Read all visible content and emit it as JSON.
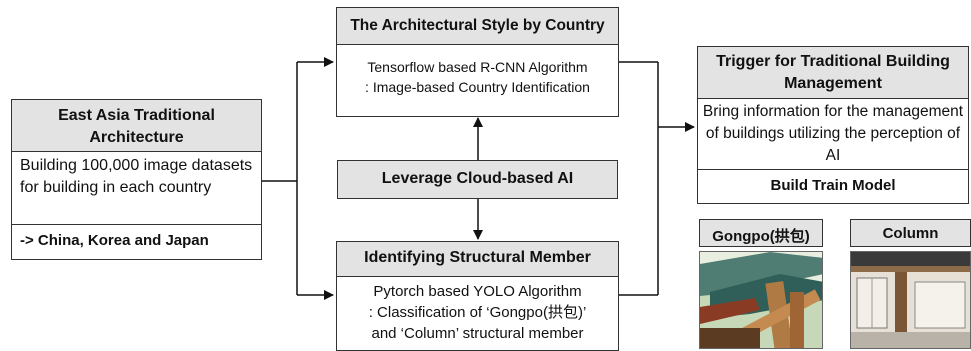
{
  "left_box": {
    "title": "East Asia Traditional Architecture",
    "body": "Building 100,000 image datasets for building in each country",
    "footer": "-> China, Korea and Japan"
  },
  "top_center_box": {
    "title": "The Architectural Style by Country",
    "line1": "Tensorflow based R-CNN Algorithm",
    "line2": ": Image-based Country Identification"
  },
  "middle_box": {
    "title": "Leverage Cloud-based AI"
  },
  "bottom_center_box": {
    "title": "Identifying Structural Member",
    "line1": "Pytorch based YOLO Algorithm",
    "line2": ": Classification of ‘Gongpo(拱包)’",
    "line3": "and ‘Column’ structural member"
  },
  "right_box": {
    "title": "Trigger for Traditional Building Management",
    "body": "Bring information for the management of buildings utilizing the perception of AI",
    "footer": "Build Train Model"
  },
  "gongpo_panel": {
    "label": "Gongpo(拱包)"
  },
  "column_panel": {
    "label": "Column"
  }
}
